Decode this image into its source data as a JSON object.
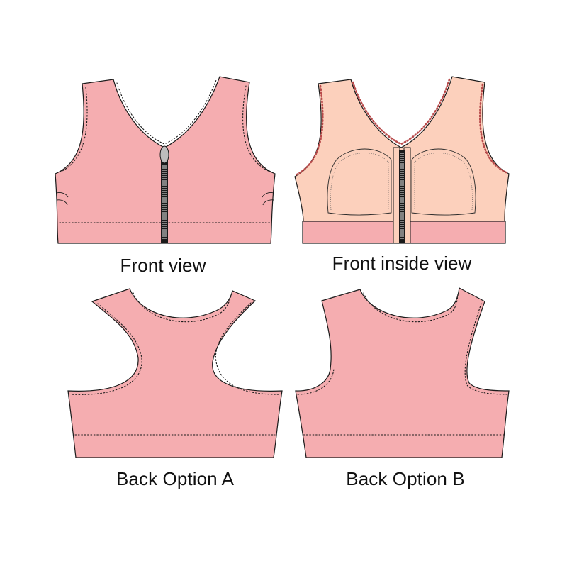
{
  "captions": {
    "front": "Front view",
    "front_inside": "Front inside view",
    "back_a": "Back Option A",
    "back_b": "Back Option B"
  },
  "colors": {
    "fabric": "#f5adb0",
    "lining": "#fcd0bc",
    "outline": "#1a1a1a",
    "zipper_pull": "#bdbdbd"
  }
}
